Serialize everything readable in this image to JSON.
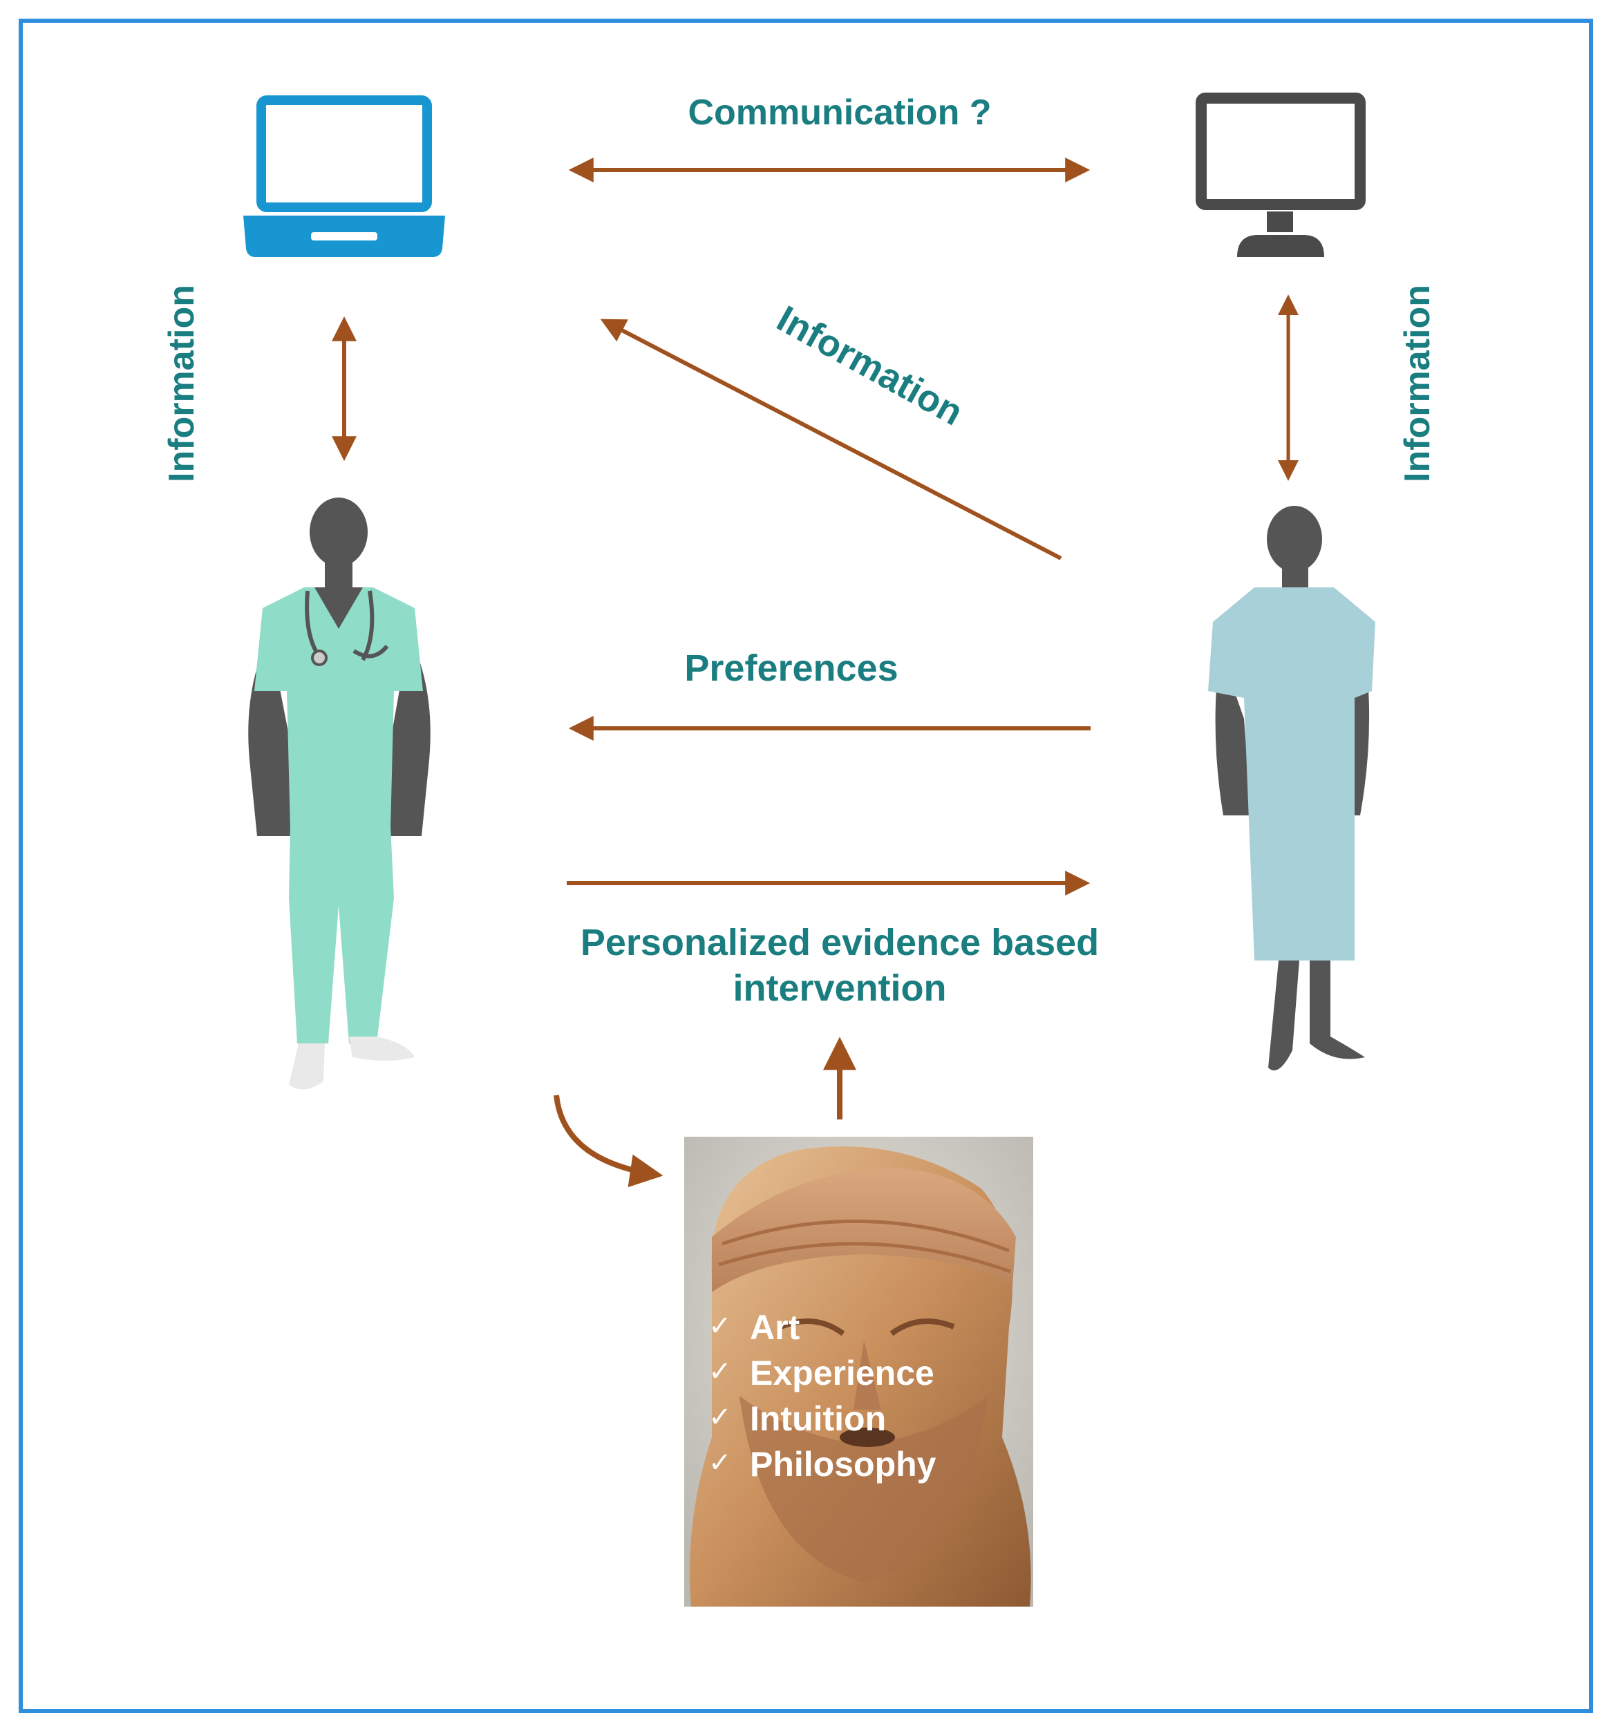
{
  "labels": {
    "communication": "Communication ?",
    "info_left": "Information",
    "info_diagonal": "Information",
    "info_right": "Information",
    "preferences": "Preferences",
    "intervention_line1": "Personalized evidence based",
    "intervention_line2": "intervention"
  },
  "checklist": {
    "items": [
      "Art",
      "Experience",
      "Intuition",
      "Philosophy"
    ],
    "tick": "✓"
  },
  "icons": {
    "laptop": "laptop-icon",
    "monitor": "monitor-icon",
    "doctor": "doctor-figure",
    "patient": "patient-figure",
    "bust": "philosopher-bust"
  },
  "colors": {
    "frame": "#2f8fdf",
    "arrow": "#a0521e",
    "label": "#1a7d80",
    "laptop": "#1796d2",
    "monitor": "#4a4a4a",
    "scrubs": "#8fdcc8",
    "gown": "#a8d0d8",
    "skin": "#555555"
  }
}
